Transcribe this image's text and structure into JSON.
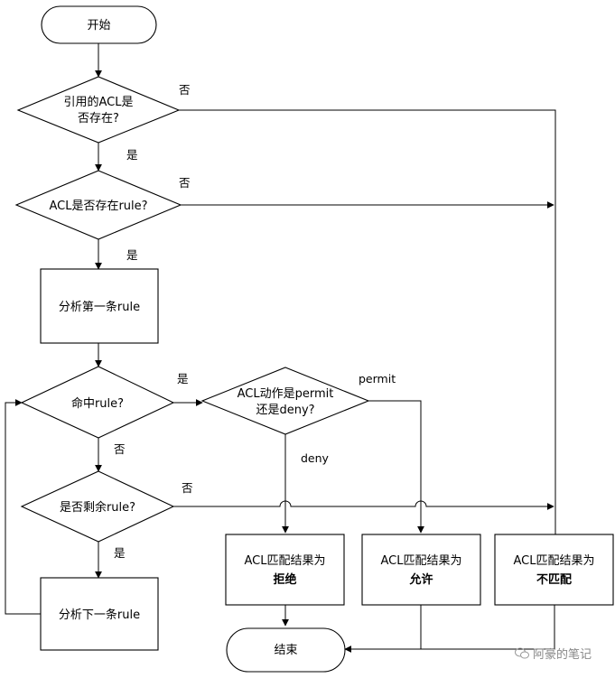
{
  "flowchart": {
    "start": "开始",
    "decision_acl_exists": [
      "引用的ACL是",
      "否存在?"
    ],
    "decision_rule_exists": "ACL是否存在rule?",
    "step_analyze_first": "分析第一条rule",
    "decision_hit": "命中rule?",
    "decision_action": [
      "ACL动作是permit",
      "还是deny?"
    ],
    "decision_remaining": "是否剩余rule?",
    "step_analyze_next": "分析下一条rule",
    "result_deny": {
      "line1": "ACL匹配结果为",
      "line2": "拒绝"
    },
    "result_permit": {
      "line1": "ACL匹配结果为",
      "line2": "允许"
    },
    "result_nomatch": {
      "line1": "ACL匹配结果为",
      "line2": "不匹配"
    },
    "end": "结束",
    "labels": {
      "yes": "是",
      "no": "否",
      "permit": "permit",
      "deny": "deny"
    }
  },
  "watermark": "阿豪的笔记"
}
